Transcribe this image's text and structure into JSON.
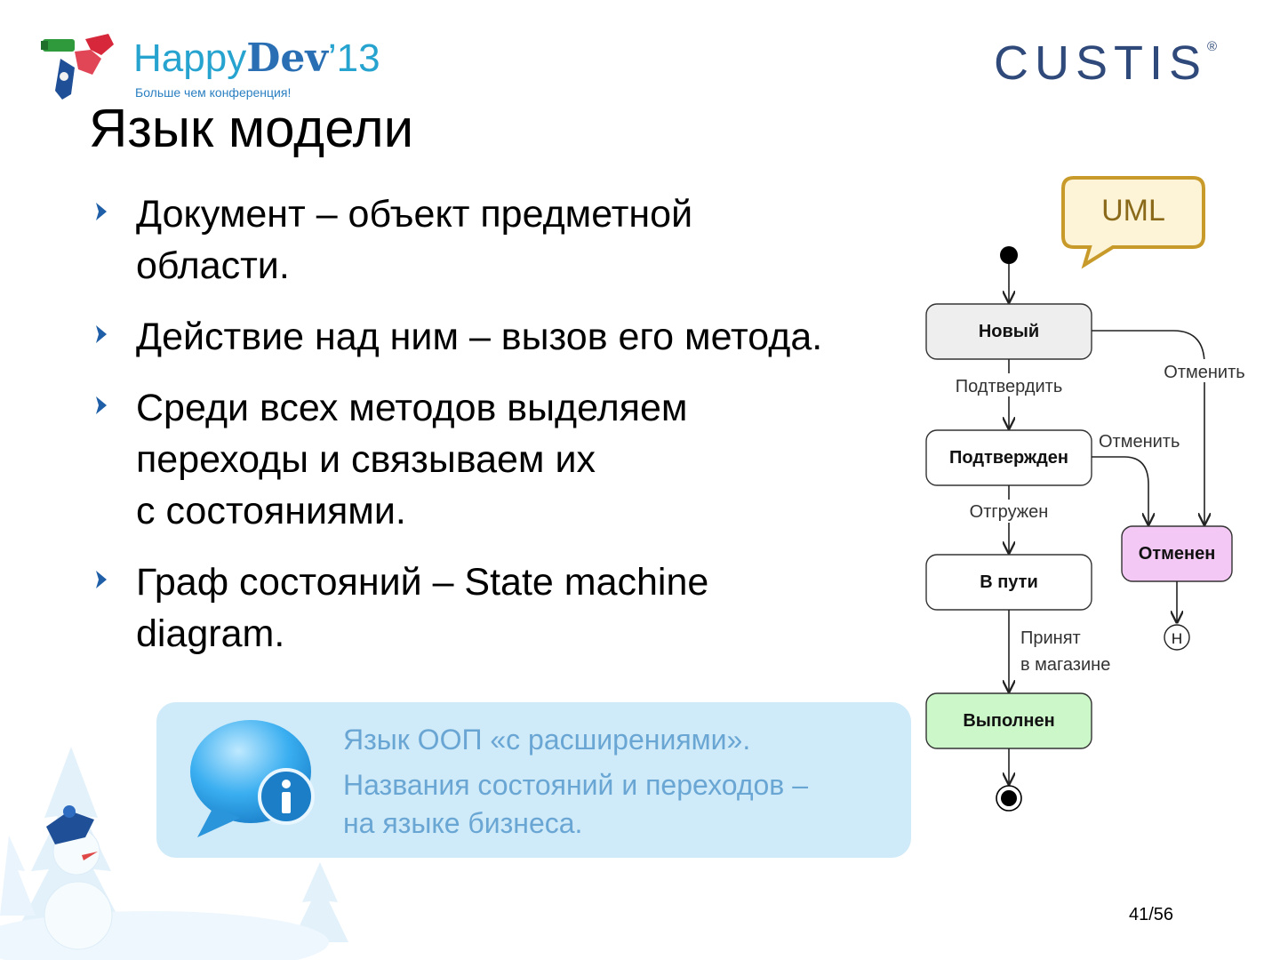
{
  "header": {
    "conference_logo": {
      "name_light": "Happy",
      "name_bold": "Dev",
      "year": "’13",
      "tagline": "Больше чем конференция!"
    },
    "company_logo": {
      "name": "CUSTIS",
      "mark": "®"
    }
  },
  "slide": {
    "title": "Язык модели",
    "bullets": [
      {
        "lines": [
          "Документ – объект предметной",
          "области."
        ]
      },
      {
        "lines": [
          "Действие над ним – вызов его метода."
        ]
      },
      {
        "lines": [
          "Среди всех методов выделяем",
          "переходы и связываем их",
          "с состояниями."
        ]
      },
      {
        "lines": [
          "Граф состояний – State machine",
          "diagram."
        ]
      }
    ],
    "info": {
      "line1": "Язык ООП «с расширениями».",
      "line2a": "Названия состояний и переходов –",
      "line2b": "на языке бизнеса."
    },
    "callout": "UML",
    "page_number": "41/56"
  },
  "diagram": {
    "states": {
      "new": "Новый",
      "confirmed": "Подтвержден",
      "in_transit": "В пути",
      "cancelled": "Отменен",
      "done": "Выполнен",
      "history": "H"
    },
    "transitions": {
      "confirm": "Подтвердить",
      "cancel_from_new": "Отменить",
      "cancel_from_confirmed": "Отменить",
      "shipped": "Отгружен",
      "received_1": "Принят",
      "received_2": "в магазине"
    },
    "colors": {
      "new_fill": "#eeeeee",
      "normal_fill": "#ffffff",
      "cancelled_fill": "#f4c8f4",
      "done_fill": "#ccf7c8",
      "callout_fill": "#fdf3d6",
      "callout_border": "#c89a2a",
      "info_fill": "#cfeaf8",
      "info_text": "#6aa6d4",
      "bullet_marker": "#1f5fa8"
    }
  }
}
